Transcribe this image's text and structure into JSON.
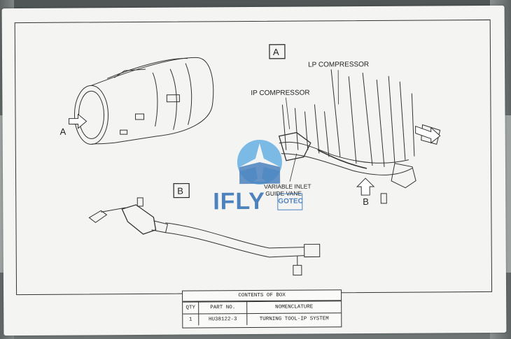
{
  "placard": {
    "view_a_label": "A",
    "view_b_label": "B",
    "arrow_a_label": "A",
    "arrow_b_label": "B",
    "lp_compressor": "LP COMPRESSOR",
    "ip_compressor": "IP COMPRESSOR",
    "variable_inlet_guide_vane": [
      "VARIABLE INLET",
      "GUIDE VANE"
    ]
  },
  "contents_box": {
    "title": "CONTENTS OF BOX",
    "columns": [
      "QTY",
      "PART NO.",
      "NOMENCLATURE"
    ],
    "rows": [
      [
        "1",
        "HU38122-3",
        "TURNING TOOL-IP SYSTEM"
      ]
    ]
  },
  "watermark": {
    "text": "IFLY",
    "badge": "GOTEC"
  },
  "colors": {
    "watermark_blue": "#2f6fb5",
    "watermark_light": "#57a9e0",
    "card": "#f4f4f2",
    "background": "#6d7473"
  }
}
